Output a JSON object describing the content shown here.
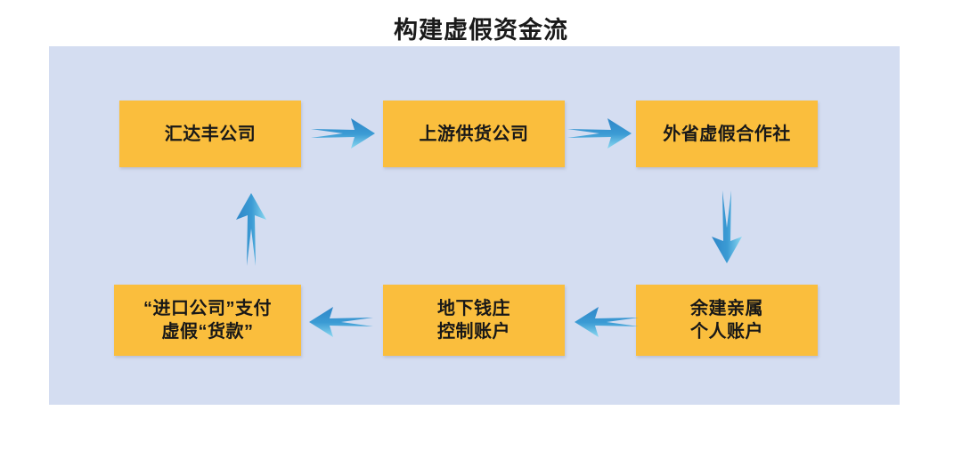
{
  "title": "构建虚假资金流",
  "colors": {
    "panel_background": "#D4DDF1",
    "node_fill": "#FABE3D",
    "node_text": "#181818",
    "arrow_dark": "#1F77B4",
    "arrow_light": "#7FD3EE",
    "title_text": "#1A1A1A",
    "page_background": "#FFFFFF"
  },
  "diagram": {
    "type": "flowchart",
    "nodes": [
      {
        "id": "huidafeng",
        "lines": [
          "汇达丰公司"
        ],
        "row": "top",
        "col": 1
      },
      {
        "id": "upstream",
        "lines": [
          "上游供货公司"
        ],
        "row": "top",
        "col": 2
      },
      {
        "id": "coop",
        "lines": [
          "外省虚假合作社"
        ],
        "row": "top",
        "col": 3
      },
      {
        "id": "relative",
        "lines": [
          "余建亲属",
          "个人账户"
        ],
        "row": "bottom",
        "col": 3
      },
      {
        "id": "underground",
        "lines": [
          "地下钱庄",
          "控制账户"
        ],
        "row": "bottom",
        "col": 2
      },
      {
        "id": "import",
        "lines": [
          "“进口公司”支付",
          "虚假“货款”"
        ],
        "row": "bottom",
        "col": 1
      }
    ],
    "edges": [
      {
        "id": "e1",
        "from": "huidafeng",
        "to": "upstream",
        "direction": "right"
      },
      {
        "id": "e2",
        "from": "upstream",
        "to": "coop",
        "direction": "right"
      },
      {
        "id": "e3",
        "from": "coop",
        "to": "relative",
        "direction": "down"
      },
      {
        "id": "e4",
        "from": "relative",
        "to": "underground",
        "direction": "left"
      },
      {
        "id": "e5",
        "from": "underground",
        "to": "import",
        "direction": "left"
      },
      {
        "id": "e6",
        "from": "import",
        "to": "huidafeng",
        "direction": "up"
      }
    ]
  }
}
